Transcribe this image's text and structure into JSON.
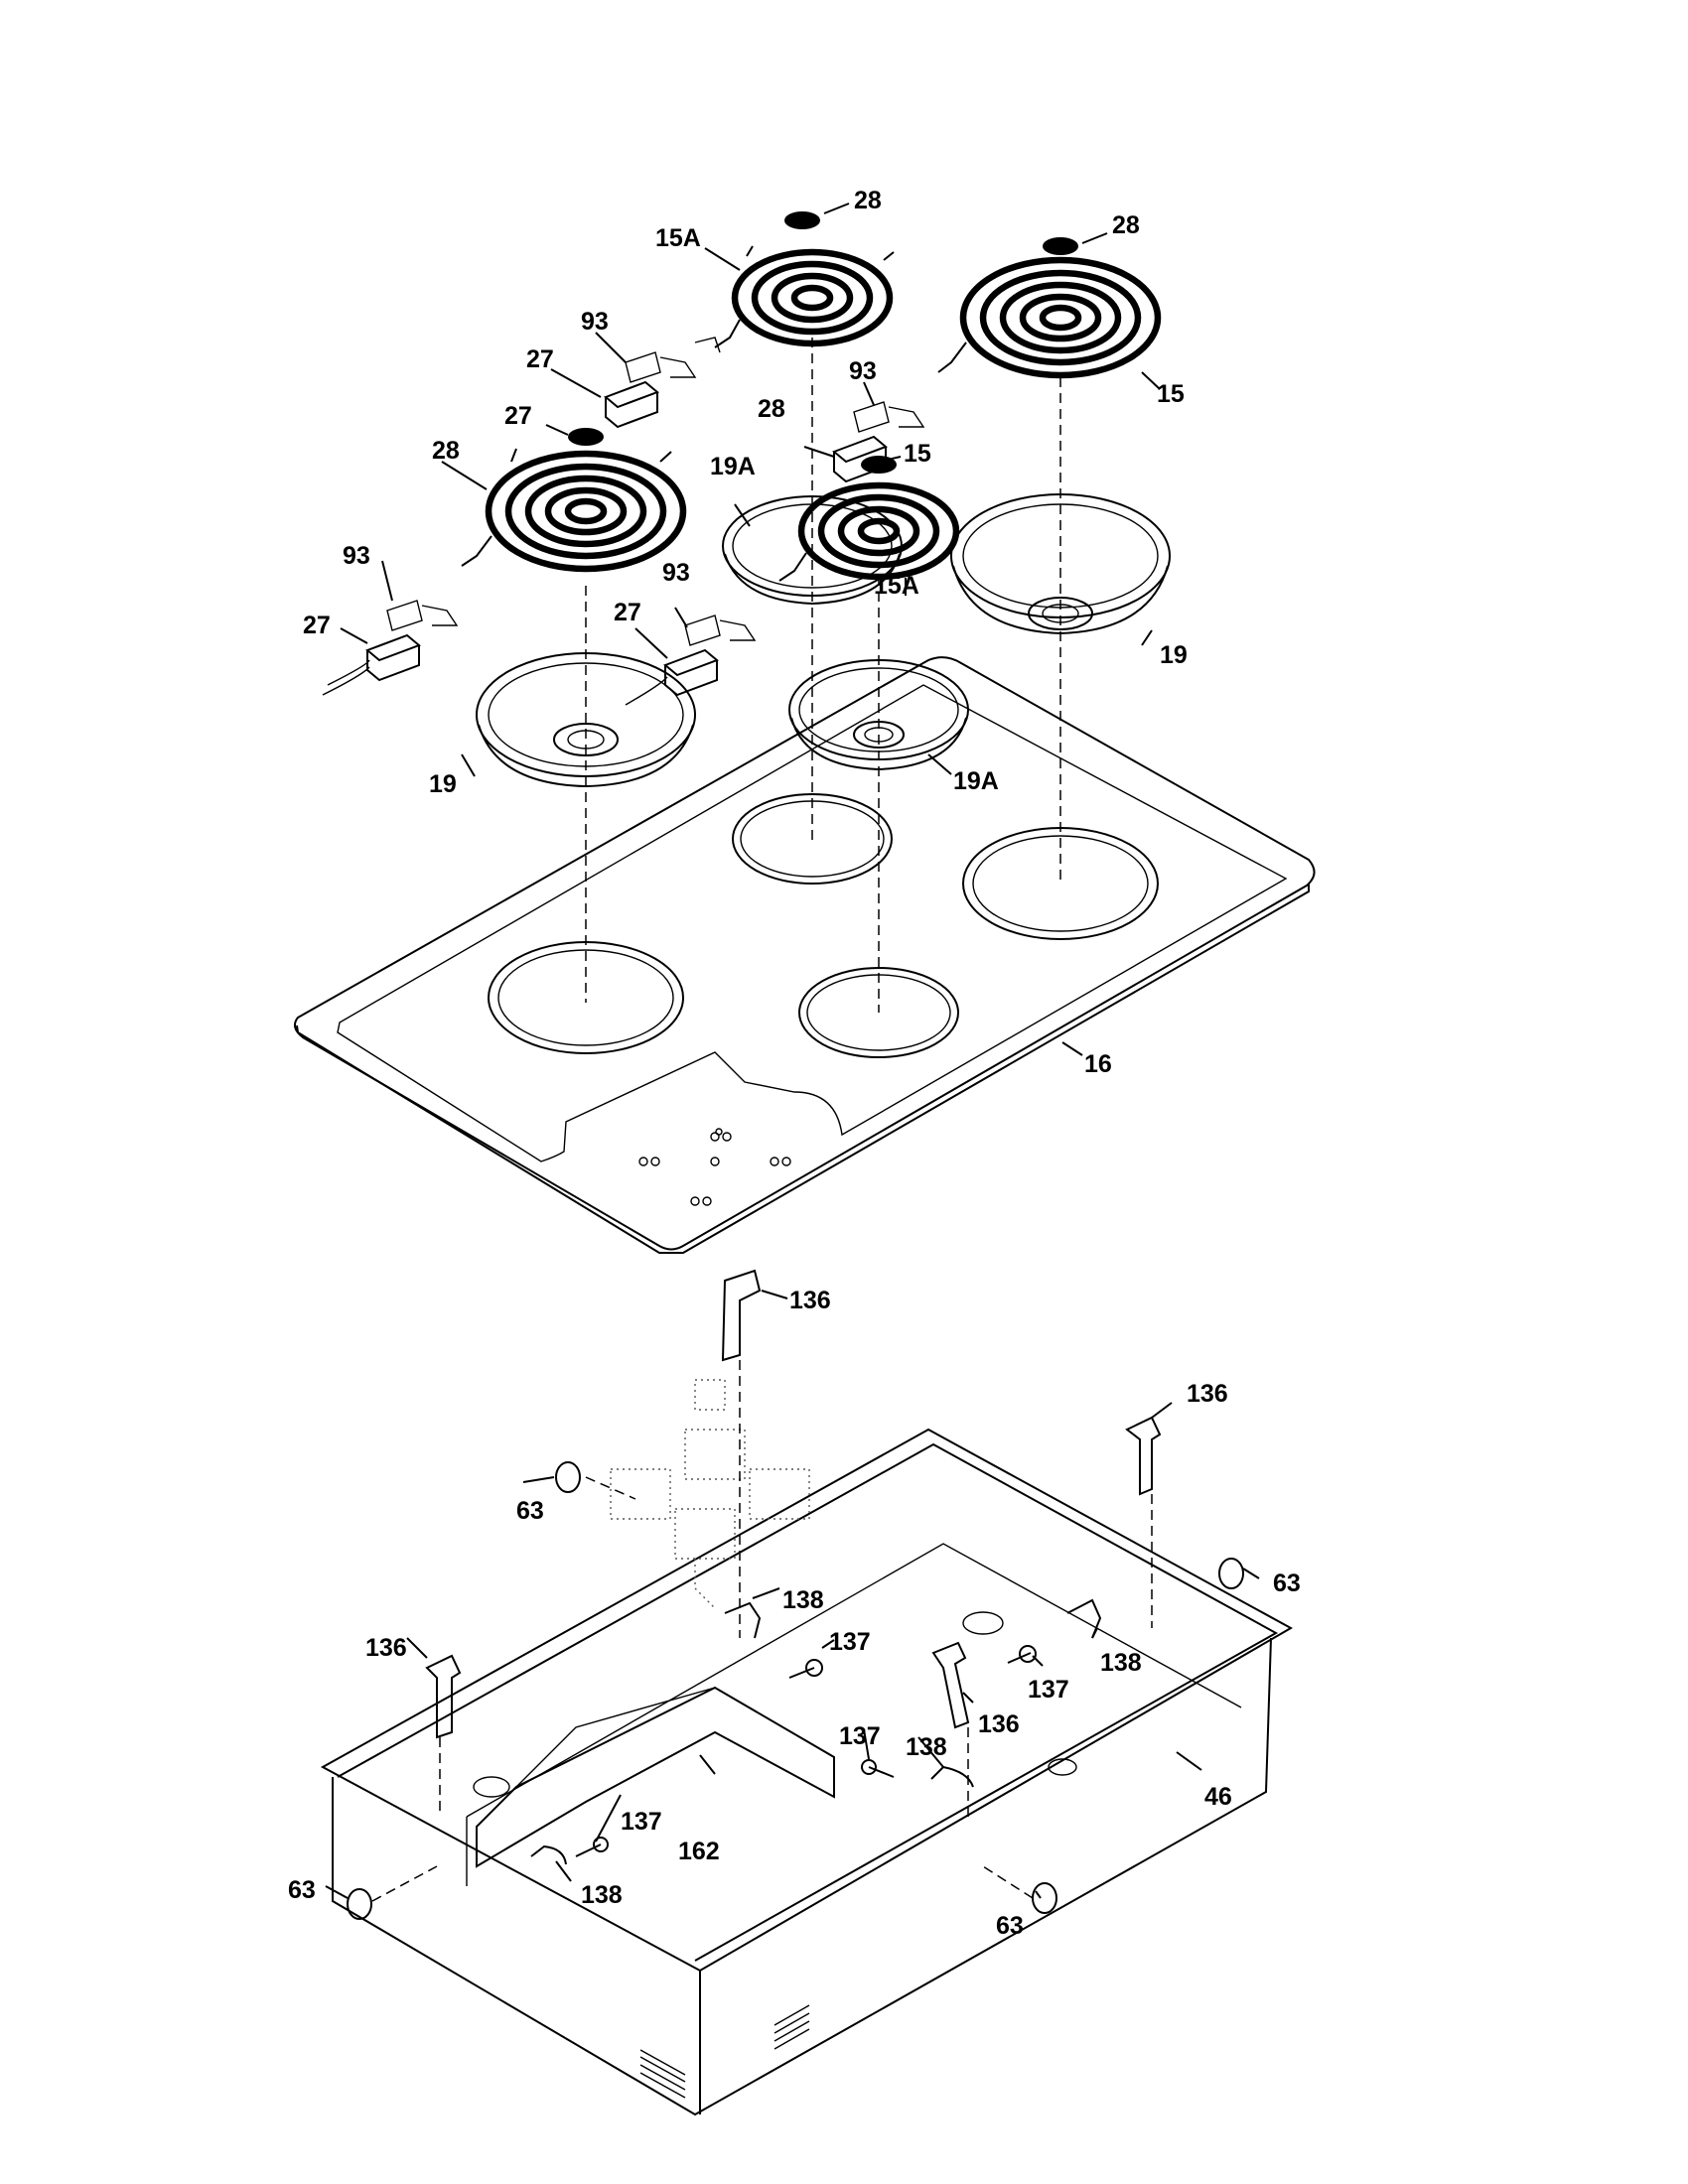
{
  "parts": [
    {
      "id": "p28a",
      "label": "28"
    },
    {
      "id": "p15Aa",
      "label": "15A"
    },
    {
      "id": "p28b",
      "label": "28"
    },
    {
      "id": "p93a",
      "label": "93"
    },
    {
      "id": "p27a",
      "label": "27"
    },
    {
      "id": "p93b",
      "label": "93"
    },
    {
      "id": "p15a",
      "label": "15"
    },
    {
      "id": "p28c",
      "label": "28"
    },
    {
      "id": "p27b",
      "label": "27"
    },
    {
      "id": "p28d",
      "label": "28"
    },
    {
      "id": "p15b",
      "label": "15"
    },
    {
      "id": "p19Aa",
      "label": "19A"
    },
    {
      "id": "p93c",
      "label": "93"
    },
    {
      "id": "p93d",
      "label": "93"
    },
    {
      "id": "p15Ab",
      "label": "15A"
    },
    {
      "id": "p27c",
      "label": "27"
    },
    {
      "id": "p27d",
      "label": "27"
    },
    {
      "id": "p19a",
      "label": "19"
    },
    {
      "id": "p19b",
      "label": "19"
    },
    {
      "id": "p19Ab",
      "label": "19A"
    },
    {
      "id": "p16",
      "label": "16"
    },
    {
      "id": "p136a",
      "label": "136"
    },
    {
      "id": "p136b",
      "label": "136"
    },
    {
      "id": "p63a",
      "label": "63"
    },
    {
      "id": "p63b",
      "label": "63"
    },
    {
      "id": "p138a",
      "label": "138"
    },
    {
      "id": "p137a",
      "label": "137"
    },
    {
      "id": "p138b",
      "label": "138"
    },
    {
      "id": "p136c",
      "label": "136"
    },
    {
      "id": "p137b",
      "label": "137"
    },
    {
      "id": "p136d",
      "label": "136"
    },
    {
      "id": "p137c",
      "label": "137"
    },
    {
      "id": "p138c",
      "label": "138"
    },
    {
      "id": "p46",
      "label": "46"
    },
    {
      "id": "p137d",
      "label": "137"
    },
    {
      "id": "p162",
      "label": "162"
    },
    {
      "id": "p63c",
      "label": "63"
    },
    {
      "id": "p138d",
      "label": "138"
    },
    {
      "id": "p63d",
      "label": "63"
    }
  ]
}
